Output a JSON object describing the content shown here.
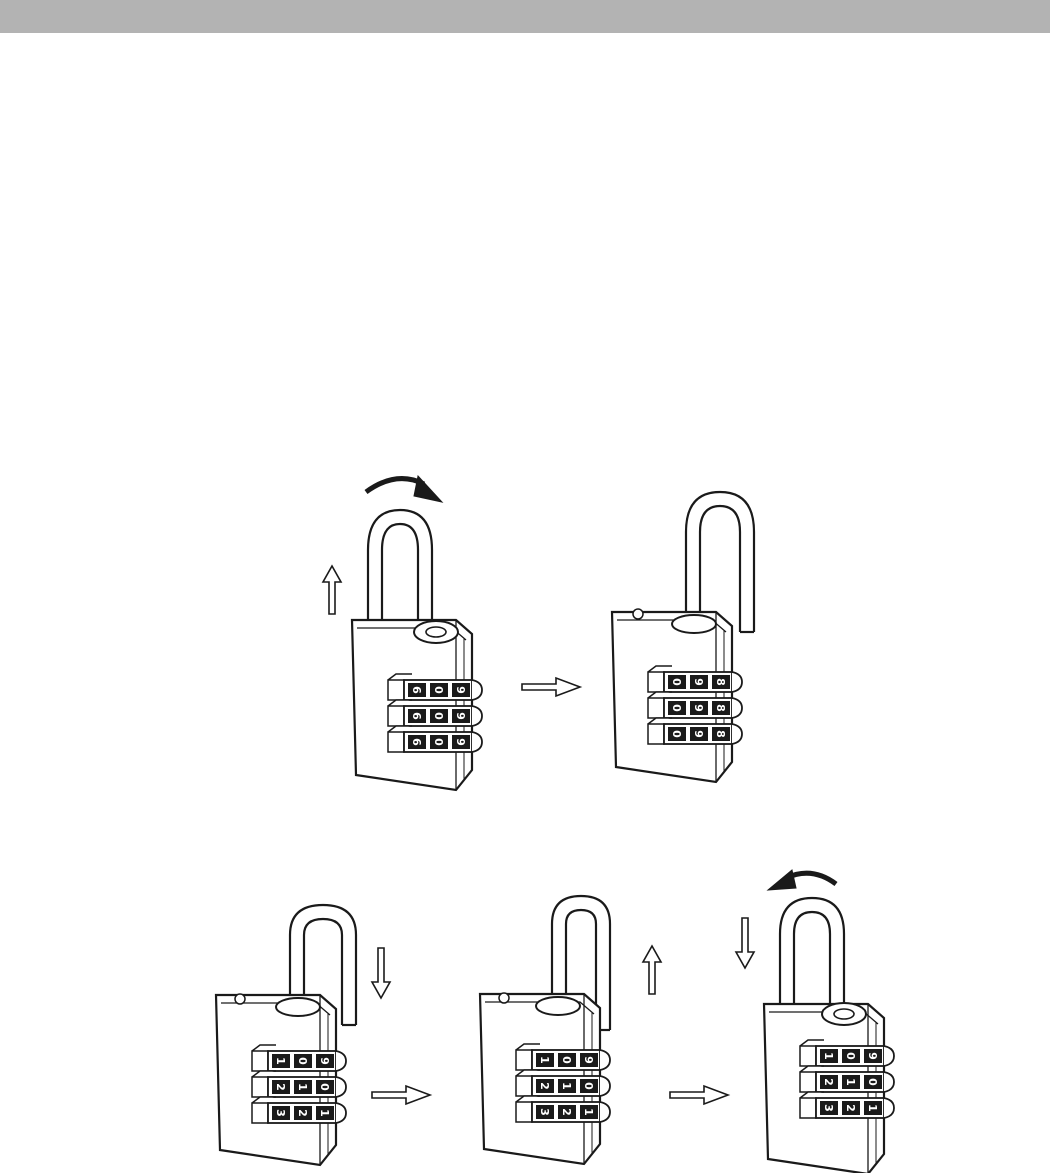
{
  "header_bar": {
    "color": "#b3b3b3"
  },
  "colors": {
    "line": "#1a1a1a",
    "paper": "#ffffff",
    "wheel_fill": "#1a1a1a",
    "wheel_text": "#ffffff"
  },
  "panels": [
    {
      "id": "step-1",
      "shackle": "closed",
      "motion_arrows": [
        "up-arrow",
        "rotate-clockwise-arrow"
      ],
      "wheels": [
        [
          "6",
          "0",
          "9"
        ],
        [
          "6",
          "0",
          "9"
        ],
        [
          "6",
          "0",
          "9"
        ]
      ]
    },
    {
      "id": "step-2",
      "shackle": "open",
      "motion_arrows": [],
      "wheels": [
        [
          "0",
          "9",
          "8"
        ],
        [
          "0",
          "9",
          "8"
        ],
        [
          "0",
          "9",
          "8"
        ]
      ]
    },
    {
      "id": "step-3",
      "shackle": "open",
      "motion_arrows": [
        "down-arrow"
      ],
      "wheels": [
        [
          "1",
          "0",
          "9"
        ],
        [
          "2",
          "1",
          "0"
        ],
        [
          "3",
          "2",
          "1"
        ]
      ]
    },
    {
      "id": "step-4",
      "shackle": "open",
      "motion_arrows": [
        "up-arrow"
      ],
      "wheels": [
        [
          "1",
          "0",
          "9"
        ],
        [
          "2",
          "1",
          "0"
        ],
        [
          "3",
          "2",
          "1"
        ]
      ]
    },
    {
      "id": "step-5",
      "shackle": "closed",
      "motion_arrows": [
        "down-arrow",
        "rotate-counterclockwise-arrow"
      ],
      "wheels": [
        [
          "1",
          "0",
          "9"
        ],
        [
          "2",
          "1",
          "0"
        ],
        [
          "3",
          "2",
          "1"
        ]
      ]
    }
  ],
  "flow_arrows": [
    "step-1-to-step-2",
    "step-3-to-step-4",
    "step-4-to-step-5"
  ]
}
